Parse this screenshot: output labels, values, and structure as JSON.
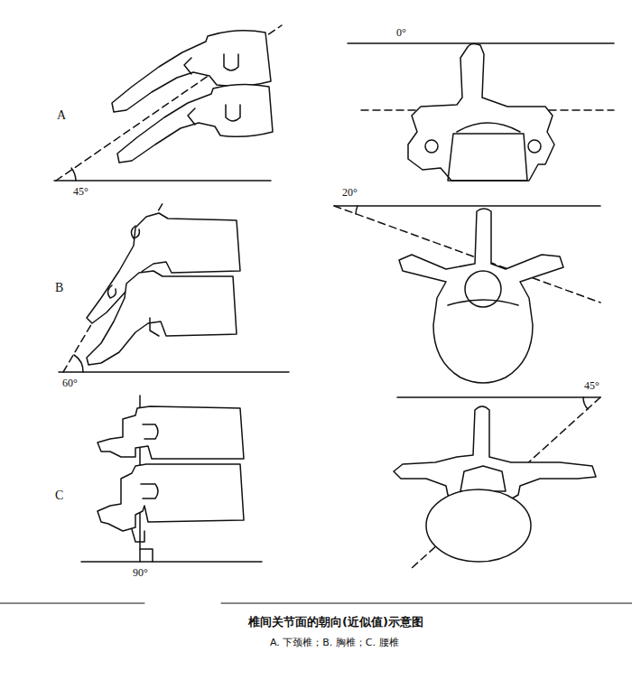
{
  "diagram": {
    "caption": "椎间关节面的朝向(近似值)示意图",
    "labels": [
      "A",
      "45°",
      "B",
      "60°",
      "C",
      "90°",
      "0°",
      "20°",
      "45°",
      "A. 下颈椎；B. 胸椎；C. 腰椎"
    ]
  }
}
